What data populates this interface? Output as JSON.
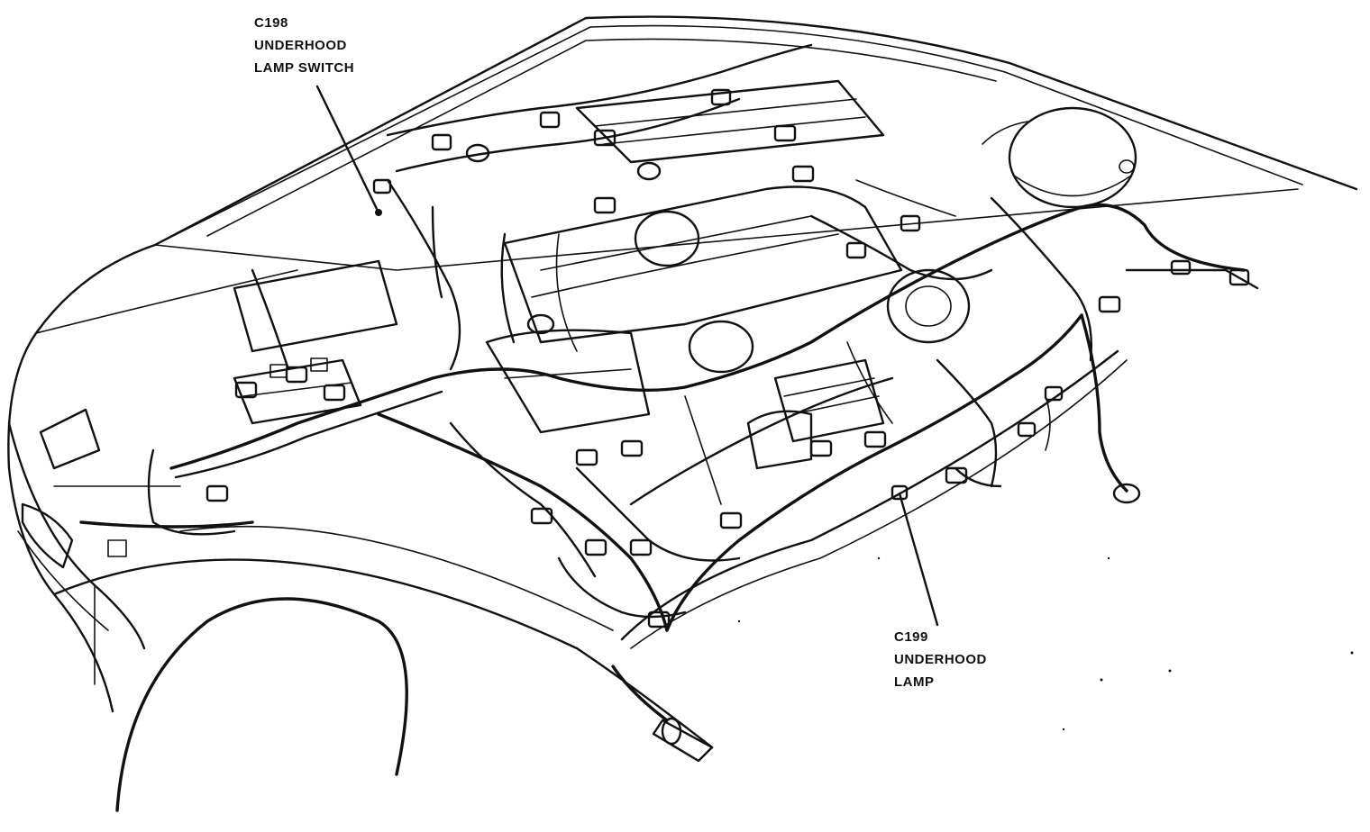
{
  "callouts": [
    {
      "id": "c198",
      "lines": [
        "C198",
        "UNDERHOOD",
        "LAMP SWITCH"
      ]
    },
    {
      "id": "c199",
      "lines": [
        "C199",
        "UNDERHOOD",
        "LAMP"
      ]
    }
  ],
  "colors": {
    "ink": "#111111",
    "paper": "#ffffff"
  }
}
